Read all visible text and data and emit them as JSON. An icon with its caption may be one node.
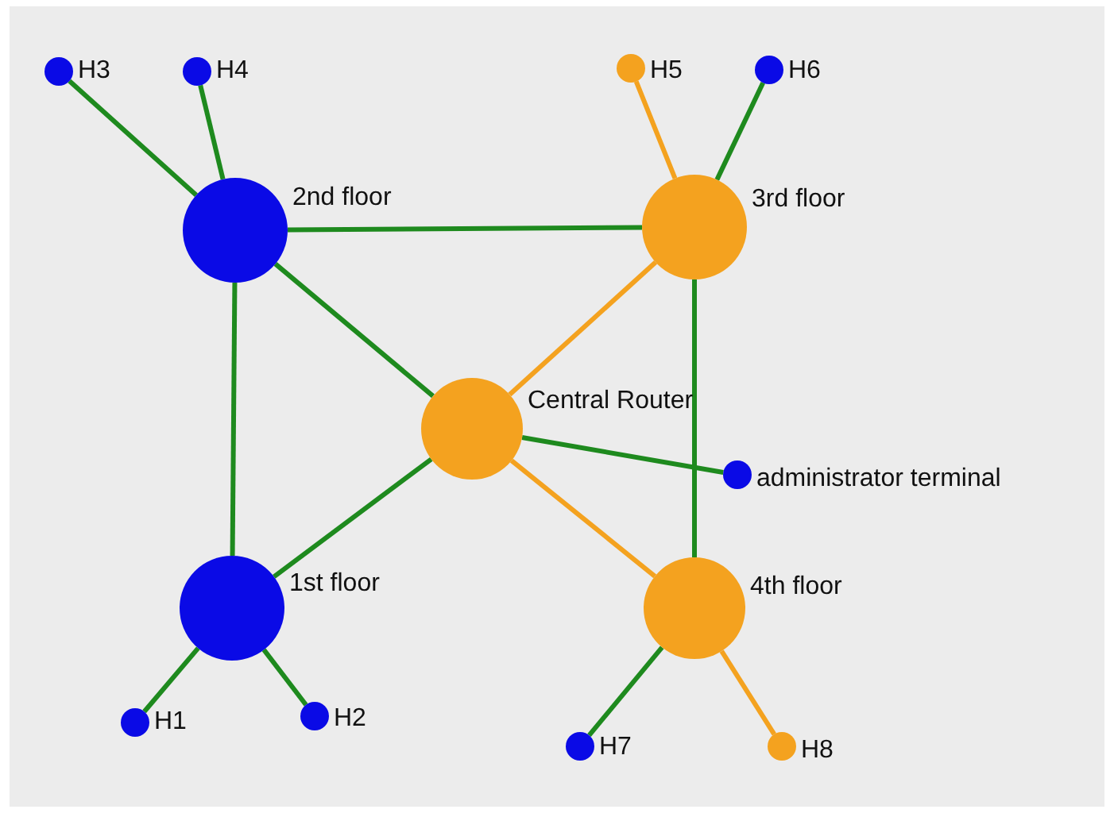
{
  "diagram": {
    "nodes": [
      {
        "text": [
          "H3"
        ]
      },
      {
        "text": [
          "H4"
        ]
      },
      {
        "text": [
          "H5"
        ]
      },
      {
        "text": [
          "H6"
        ]
      },
      {
        "text": [
          "2nd floor"
        ]
      },
      {
        "text": [
          "3rd floor"
        ]
      },
      {
        "text": [
          "Central Router"
        ]
      },
      {
        "text": [
          "administrator terminal"
        ]
      },
      {
        "text": [
          "1st floor"
        ]
      },
      {
        "text": [
          "4th floor"
        ]
      },
      {
        "text": [
          "H1"
        ]
      },
      {
        "text": [
          "H2"
        ]
      },
      {
        "text": [
          "H7"
        ]
      },
      {
        "text": [
          "H8"
        ]
      }
    ],
    "edges": [
      {
        "from": 0,
        "to": 4,
        "arrow": "none"
      },
      {
        "from": 1,
        "to": 4,
        "arrow": "none"
      },
      {
        "from": 2,
        "to": 5,
        "arrow": "none",
        "color": "#f4a21f"
      },
      {
        "from": 3,
        "to": 5,
        "arrow": "none"
      },
      {
        "from": 4,
        "to": 5,
        "arrow": "none"
      },
      {
        "from": 4,
        "to": 6,
        "arrow": "none"
      },
      {
        "from": 4,
        "to": 8,
        "arrow": "none"
      },
      {
        "from": 5,
        "to": 6,
        "arrow": "none",
        "color": "#f4a21f"
      },
      {
        "from": 5,
        "to": 9,
        "arrow": "none"
      },
      {
        "from": 6,
        "to": 7,
        "arrow": "none"
      },
      {
        "from": 6,
        "to": 8,
        "arrow": "none"
      },
      {
        "from": 6,
        "to": 9,
        "arrow": "none",
        "color": "#f4a21f"
      },
      {
        "from": 8,
        "to": 10,
        "arrow": "none"
      },
      {
        "from": 8,
        "to": 11,
        "arrow": "none"
      },
      {
        "from": 9,
        "to": 12,
        "arrow": "none"
      },
      {
        "from": 9,
        "to": 13,
        "arrow": "none",
        "color": "#f4a21f"
      }
    ]
  }
}
